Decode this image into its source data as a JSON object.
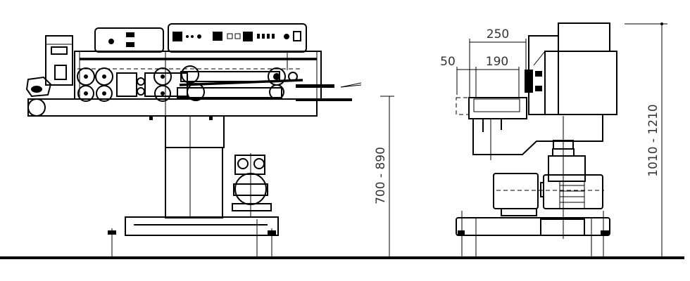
{
  "drawing": {
    "title": "Machine dimension drawing - front and side views",
    "dimensions": {
      "front_working_height": "700 - 890",
      "side_overall_width": "250",
      "side_tray_width": "190",
      "side_offset": "50",
      "side_total_height": "1010 - 1210"
    },
    "colors": {
      "line": "#000000",
      "text": "#333333",
      "background": "#ffffff"
    }
  }
}
